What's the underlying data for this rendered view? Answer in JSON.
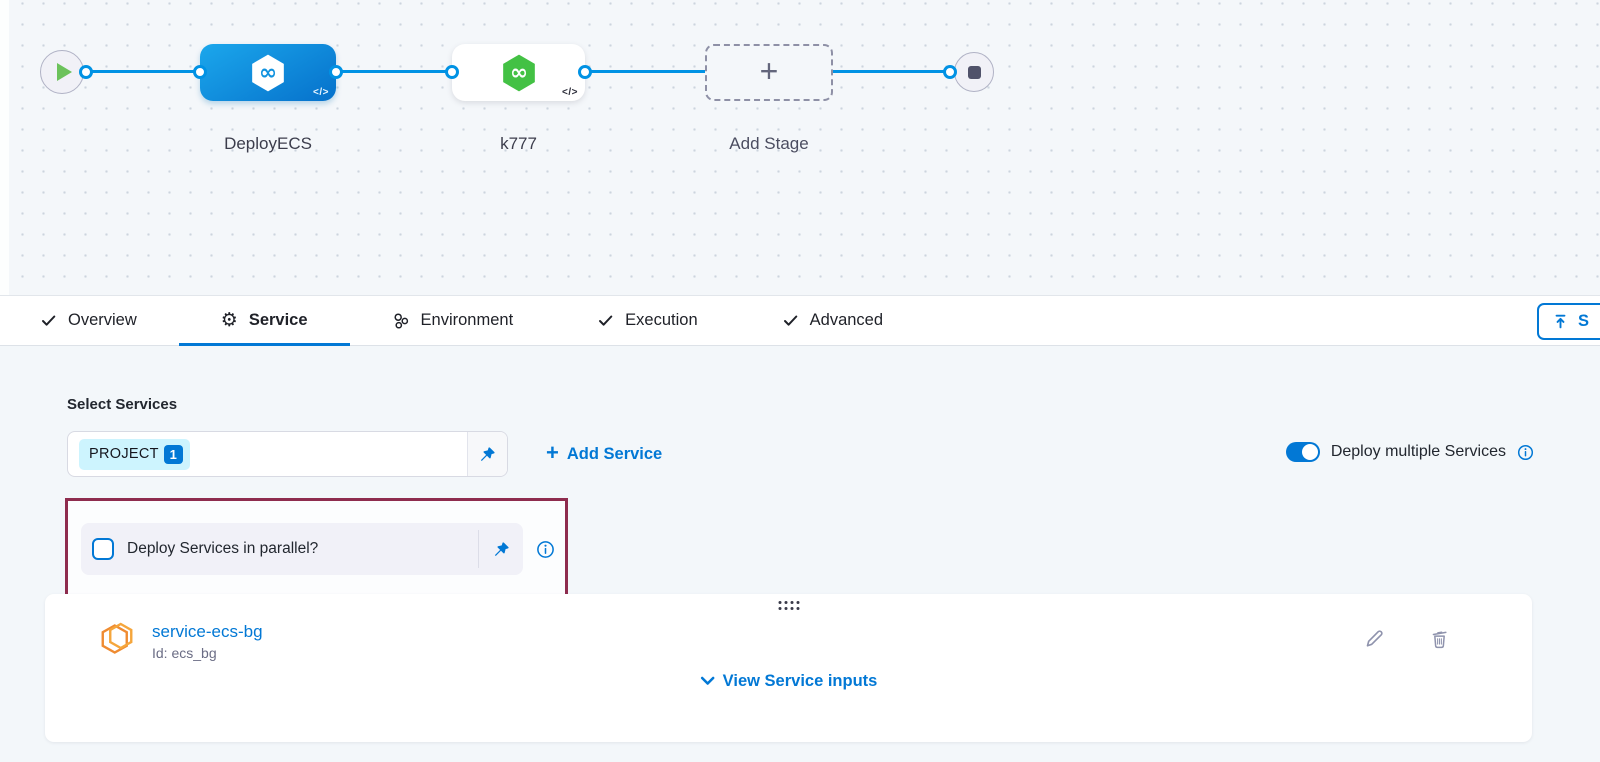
{
  "pipeline_canvas": {
    "stage1": {
      "label": "DeployECS",
      "code_badge": "</>"
    },
    "stage2": {
      "label": "k777",
      "code_badge": "</>"
    },
    "add_stage": {
      "label": "Add Stage"
    },
    "icon_glyphs": {
      "infinity": "∞"
    }
  },
  "tab_bar": {
    "tabs": [
      {
        "label": "Overview",
        "icon": "check"
      },
      {
        "label": "Service",
        "icon": "gear",
        "active": true
      },
      {
        "label": "Environment",
        "icon": "environment"
      },
      {
        "label": "Execution",
        "icon": "check"
      },
      {
        "label": "Advanced",
        "icon": "check"
      }
    ],
    "gear_glyph": "⚙",
    "save_button": {
      "visible_text": "S",
      "icon": "upload"
    }
  },
  "services_section": {
    "select_label": "Select Services",
    "selected_chip": {
      "text": "PROJECT",
      "count": "1"
    },
    "add_service": {
      "plus": "+",
      "label": "Add Service"
    },
    "deploy_multiple_label": "Deploy multiple Services",
    "parallel_checkbox_label": "Deploy Services in parallel?"
  },
  "service_card": {
    "name": "service-ecs-bg",
    "id_line": "Id: ecs_bg",
    "view_inputs_label": "View Service inputs"
  },
  "colors": {
    "accent_blue": "#0278d5",
    "connector_blue": "#0092e4",
    "stage_blue_gradient": [
      "#1ba7ec",
      "#0671cb"
    ],
    "stage_green": "#43c144",
    "annotation_maroon": "#8e2c4e",
    "chip_bg": "#cdf4fe",
    "canvas_bg": "#f4f7fa",
    "section_bg": "#f3f7fa",
    "service_icon_orange": "#ef8b31"
  }
}
